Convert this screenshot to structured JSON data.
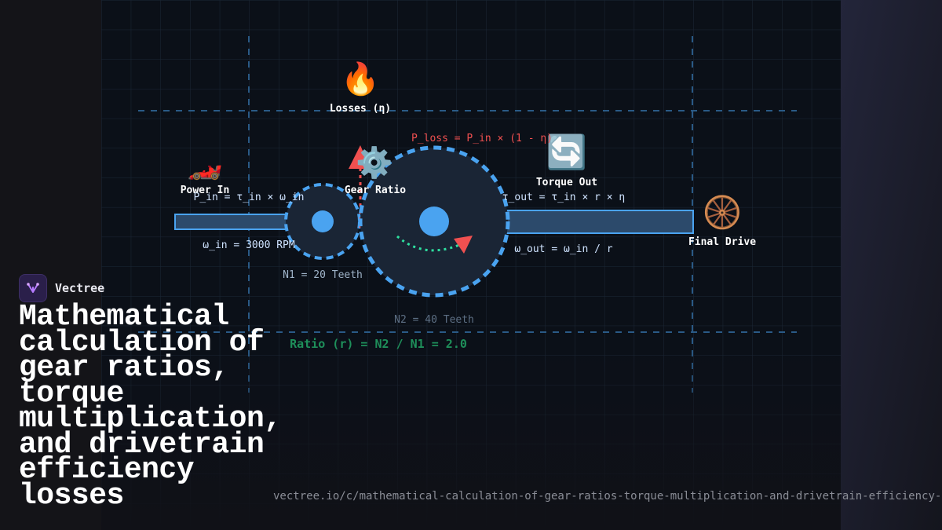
{
  "diagram": {
    "losses": {
      "icon": "fire-icon",
      "glyph": "🔥",
      "label": "Losses (η)",
      "formula": "P_loss = P_in × (1 - η)"
    },
    "power_in": {
      "icon": "race-car-icon",
      "glyph": "🏎️",
      "label": "Power In",
      "formula": "P_in = τ_in × ω_in",
      "speed": "ω_in = 3000 RPM"
    },
    "gear_ratio": {
      "icon": "gear-icon",
      "glyph": "⚙️",
      "label": "Gear Ratio"
    },
    "torque_out": {
      "icon": "cycle-arrows-icon",
      "glyph": "🔄",
      "label": "Torque Out",
      "formula": "τ_out = τ_in × r × η",
      "speed": "ω_out = ω_in / r"
    },
    "final_drive": {
      "icon": "wheel-icon",
      "glyph": "🛞",
      "label": "Final Drive"
    },
    "gear_small": {
      "label": "N1 = 20 Teeth"
    },
    "gear_large": {
      "label": "N2 = 40 Teeth"
    },
    "ratio": {
      "label": "Ratio (r) = N2 / N1 = 2.0"
    },
    "colors": {
      "grid": "#1b2736",
      "shaft": "#2c4a6b",
      "accent_blue": "#4aa3f0",
      "loss_red": "#f05050",
      "ratio_green": "#1e8f5a",
      "spin_green": "#2ee0a0"
    }
  },
  "brand": {
    "icon": "vectree-logo-icon",
    "name": "Vectree"
  },
  "title": "Mathematical calculation of gear ratios, torque multiplication, and drivetrain efficiency losses",
  "url": "vectree.io/c/mathematical-calculation-of-gear-ratios-torque-multiplication-and-drivetrain-efficiency-losses"
}
